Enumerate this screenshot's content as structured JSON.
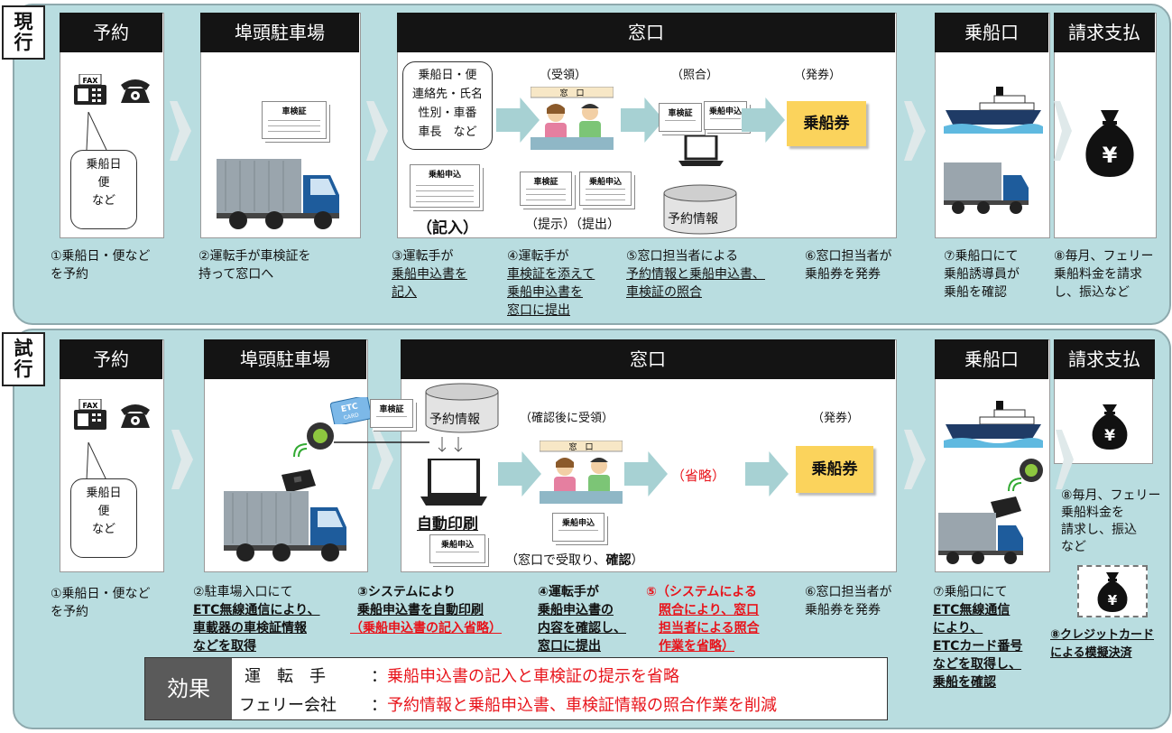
{
  "current": {
    "side_label": "現\n行",
    "headers": [
      "予約",
      "埠頭駐車場",
      "窓口",
      "乗船口",
      "請求支払"
    ],
    "reserve_bubble": "乗船日\n便\nなど",
    "doc_label_shaken": "車検証",
    "doc_label_apply": "乗船申込",
    "doc_label_shaken2": "車検証",
    "doc_label_apply2": "乗船申込",
    "form_bubble": "乗船日・便\n連絡先・氏名\n性別・車番\n車長　など",
    "stage_receive": "（受領）",
    "stage_check": "（照合）",
    "stage_issue": "（発券）",
    "counter_sign": "窓　口",
    "fill_label": "（記入）",
    "present_label": "（提示）（提出）",
    "db_label": "予約情報",
    "ticket": "乗船券",
    "captions": [
      "①乗船日・便など\nを予約",
      "②運転手が車検証を\n持って窓口へ",
      "③運転手が",
      "乗船申込書を",
      "記入",
      "④運転手が",
      "車検証を添えて",
      "乗船申込書を",
      "窓口に提出",
      "⑤窓口担当者による",
      "予約情報と乗船申込書、",
      "車検証の照合",
      "⑥窓口担当者が\n乗船券を発券",
      "⑦乗船口にて\n乗船誘導員が\n乗船を確認",
      "⑧毎月、フェリー\n乗船料金を請求\nし、振込など"
    ]
  },
  "trial": {
    "side_label": "試\n行",
    "headers": [
      "予約",
      "埠頭駐車場",
      "窓口",
      "乗船口",
      "請求支払"
    ],
    "reserve_bubble": "乗船日\n便\nなど",
    "etc_card": "ETC\nCARD",
    "doc_label_shaken": "車検証",
    "db_label": "予約情報",
    "auto_print": "自動印刷",
    "doc_label_apply": "乗船申込",
    "doc_label_apply2": "乗船申込",
    "stage_confirm": "（確認後に受領）",
    "stage_issue": "（発券）",
    "omitted": "（省略）",
    "counter_sign": "窓　口",
    "counter_receive": "（窓口で受取り、",
    "counter_confirm": "確認",
    "counter_close": "）",
    "ticket": "乗船券",
    "captions": [
      "①乗船日・便など\nを予約",
      "②駐車場入口にて",
      "ETC無線通信により、",
      "車載器の車検証情報",
      "などを取得",
      "③システムにより",
      "乗船申込書を自動印刷",
      "（乗船申込書の記入省略）",
      "④運転手が",
      "乗船申込書の",
      "内容を確認し、",
      "窓口に提出",
      "⑤（システムによる",
      "照合により、窓口",
      "担当者による照合",
      "作業を省略）",
      "⑥窓口担当者が\n乗船券を発券",
      "⑦乗船口にて",
      "ETC無線通信",
      "により、",
      "ETCカード番号",
      "などを取得し、",
      "乗船を確認",
      "⑧毎月、フェリー\n乗船料金を\n請求し、振込\nなど",
      "⑧クレジットカード",
      "による模擬決済"
    ]
  },
  "effect": {
    "title": "効果",
    "rows": [
      {
        "who": "運　転　手",
        "sep": "：",
        "what": "乗船申込書の記入と車検証の提示を省略"
      },
      {
        "who": "フェリー会社",
        "sep": "：",
        "what": "予約情報と乗船申込書、車検証情報の照合作業を削減"
      }
    ]
  },
  "icon_texts": {
    "fax": "FAX",
    "yen": "¥"
  },
  "colors": {
    "panel": "#b9dde0",
    "header": "#141414",
    "ticket": "#fbd35c",
    "red": "#e8141b"
  }
}
